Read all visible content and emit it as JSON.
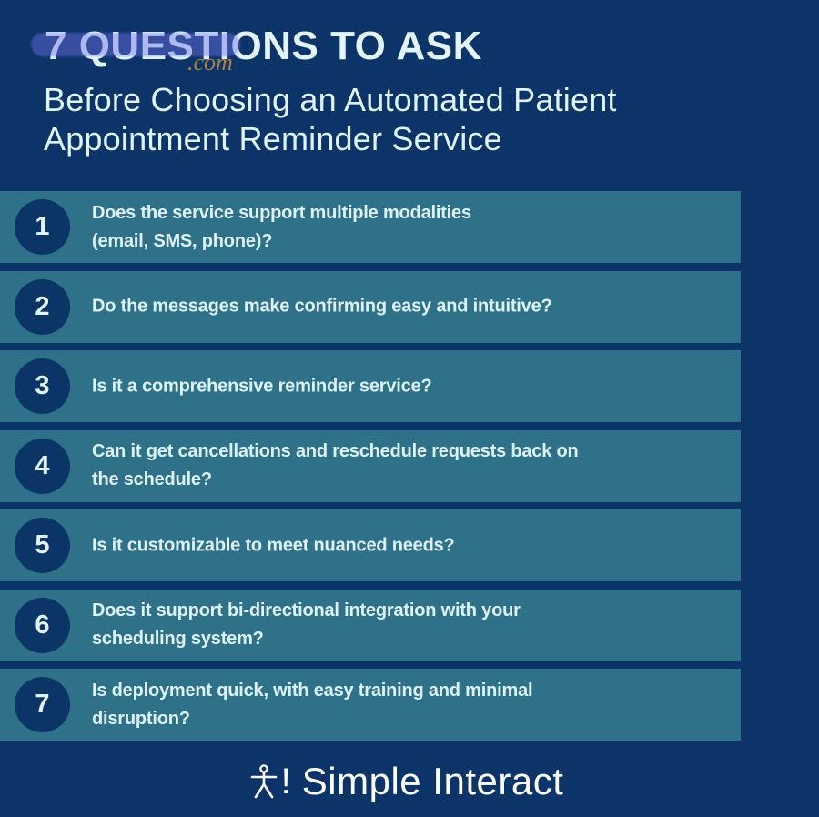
{
  "header": {
    "title": "7 QUESTIONS TO ASK",
    "subtitle_lines": [
      "Before Choosing an Automated Patient",
      "Appointment Reminder Service"
    ]
  },
  "watermark": {
    "suffix": ".com"
  },
  "questions": [
    {
      "number": "1",
      "lines": [
        "Does the service support multiple modalities",
        "(email, SMS, phone)?"
      ]
    },
    {
      "number": "2",
      "lines": [
        "Do the messages make confirming easy and intuitive?"
      ]
    },
    {
      "number": "3",
      "lines": [
        "Is it a comprehensive reminder service?"
      ]
    },
    {
      "number": "4",
      "lines": [
        "Can it get cancellations and reschedule requests back on",
        "the schedule?"
      ]
    },
    {
      "number": "5",
      "lines": [
        "Is it customizable to meet nuanced needs?"
      ]
    },
    {
      "number": "6",
      "lines": [
        "Does it support bi-directional integration with your",
        "scheduling system?"
      ]
    },
    {
      "number": "7",
      "lines": [
        "Is deployment quick, with easy training and minimal",
        "disruption?"
      ]
    }
  ],
  "footer": {
    "brand_icon": "stick-figure-icon",
    "brand_mark": "!",
    "brand_name": "Simple Interact"
  },
  "colors": {
    "background": "#0c3469",
    "row": "#2e7189",
    "circle": "#0b3566",
    "text": "#dff3fb"
  }
}
